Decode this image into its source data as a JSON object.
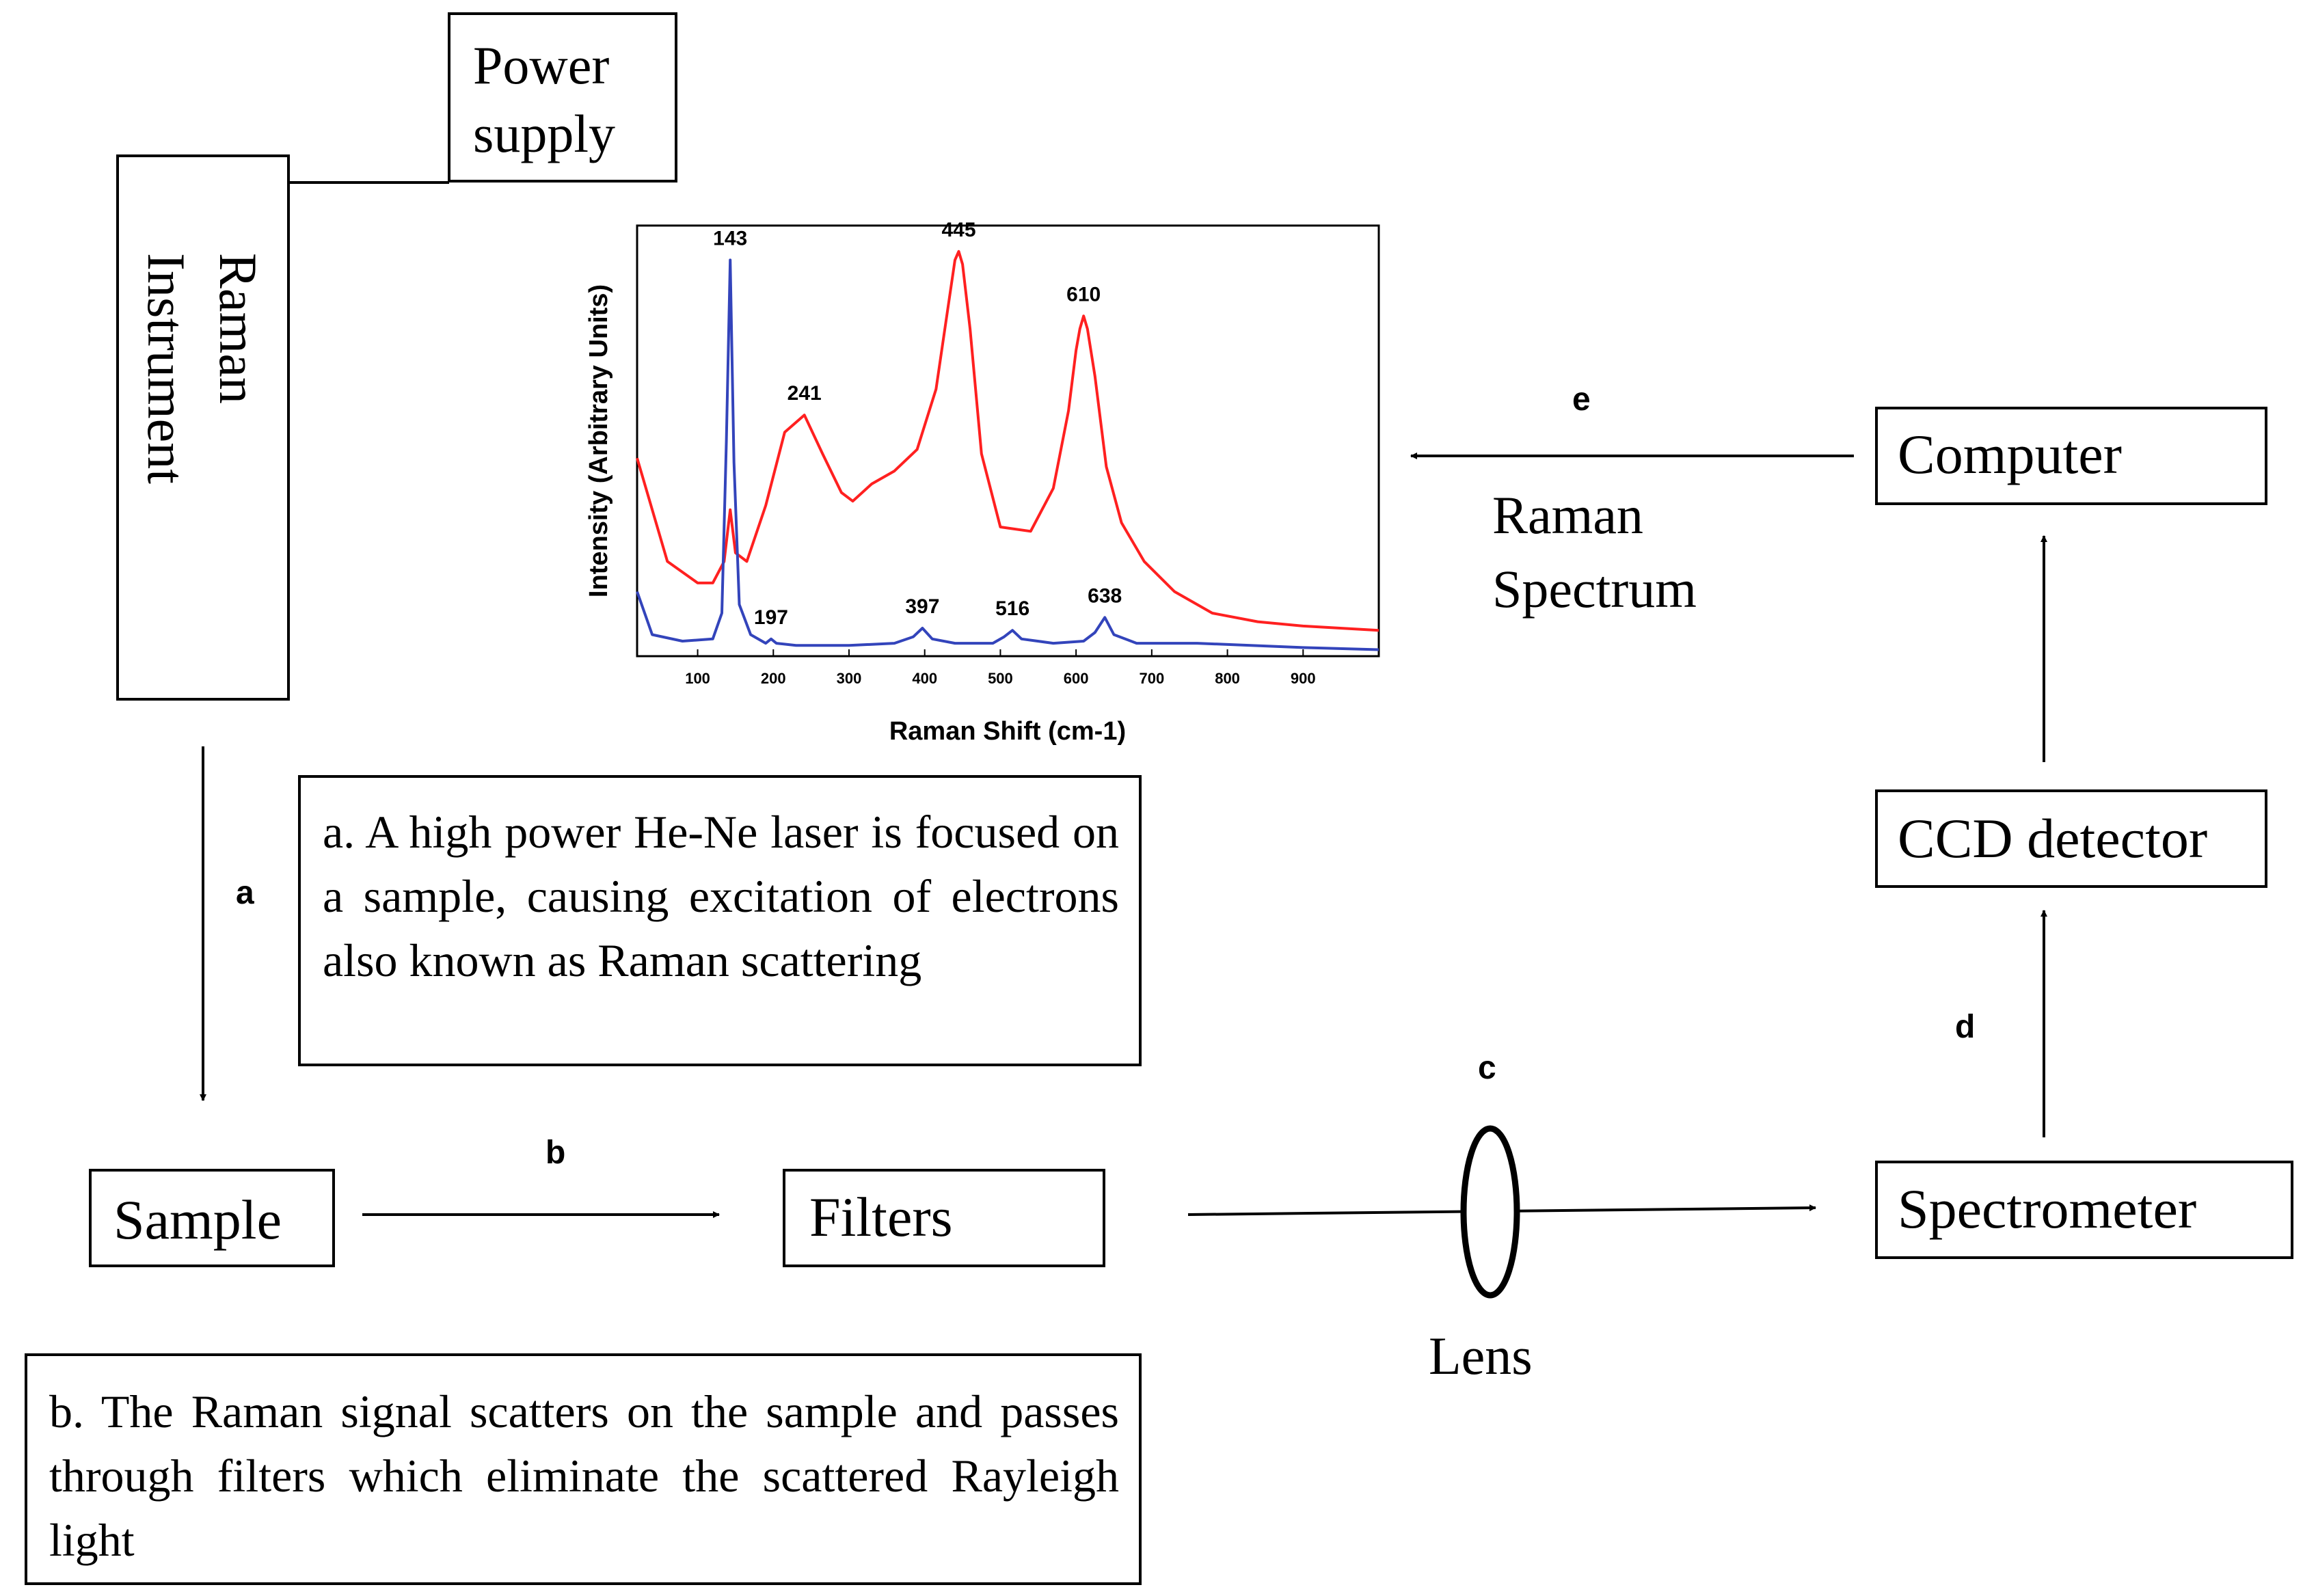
{
  "boxes": {
    "power_supply": [
      "Power",
      "supply"
    ],
    "raman_instrument": [
      "Raman",
      "Instrument"
    ],
    "sample": "Sample",
    "filters": "Filters",
    "spectrometer": "Spectrometer",
    "ccd_detector": "CCD detector",
    "computer": "Computer"
  },
  "labels": {
    "a": "a",
    "b": "b",
    "c": "c",
    "d": "d",
    "e": "e",
    "lens": "Lens",
    "raman_spectrum": [
      "Raman",
      "Spectrum"
    ]
  },
  "notes": {
    "a": "a. A high power He-Ne laser is focused on a sample, causing excitation of electrons also known as Raman scattering",
    "b": "b. The Raman signal scatters on the sample and passes through filters which eliminate the scattered Rayleigh light"
  },
  "chart_data": {
    "type": "line",
    "xlabel": "Raman Shift (cm-1)",
    "ylabel": "Intensity (Arbitrary Units)",
    "xlim": [
      20,
      1000
    ],
    "x_ticks": [
      100,
      200,
      300,
      400,
      500,
      600,
      700,
      800,
      900
    ],
    "y_ticks_shown": false,
    "series": [
      {
        "color": "#ff2020",
        "x": [
          20,
          60,
          100,
          120,
          135,
          143,
          150,
          165,
          190,
          215,
          241,
          265,
          290,
          305,
          330,
          360,
          390,
          415,
          430,
          440,
          445,
          450,
          460,
          475,
          500,
          540,
          570,
          590,
          600,
          605,
          610,
          615,
          625,
          640,
          660,
          690,
          730,
          780,
          840,
          900,
          1000
        ],
        "y": [
          0.46,
          0.22,
          0.17,
          0.17,
          0.22,
          0.34,
          0.24,
          0.22,
          0.35,
          0.52,
          0.56,
          0.47,
          0.38,
          0.36,
          0.4,
          0.43,
          0.48,
          0.62,
          0.8,
          0.92,
          0.94,
          0.91,
          0.76,
          0.47,
          0.3,
          0.29,
          0.39,
          0.57,
          0.71,
          0.76,
          0.79,
          0.76,
          0.65,
          0.44,
          0.31,
          0.22,
          0.15,
          0.1,
          0.08,
          0.07,
          0.06
        ]
      },
      {
        "color": "#3344bb",
        "x": [
          20,
          40,
          80,
          120,
          132,
          138,
          143,
          148,
          155,
          170,
          190,
          197,
          204,
          230,
          300,
          360,
          385,
          397,
          410,
          440,
          490,
          505,
          516,
          528,
          570,
          610,
          625,
          638,
          650,
          680,
          760,
          900,
          1000
        ],
        "y": [
          0.15,
          0.05,
          0.035,
          0.04,
          0.1,
          0.5,
          0.92,
          0.45,
          0.12,
          0.05,
          0.03,
          0.04,
          0.03,
          0.025,
          0.025,
          0.03,
          0.045,
          0.065,
          0.04,
          0.03,
          0.03,
          0.045,
          0.06,
          0.04,
          0.03,
          0.035,
          0.055,
          0.09,
          0.05,
          0.03,
          0.03,
          0.02,
          0.015
        ]
      }
    ],
    "peak_labels": {
      "red": [
        {
          "x": 241,
          "label": "241"
        },
        {
          "x": 445,
          "label": "445"
        },
        {
          "x": 610,
          "label": "610"
        }
      ],
      "blue": [
        {
          "x": 143,
          "label": "143"
        },
        {
          "x": 197,
          "label": "197"
        },
        {
          "x": 397,
          "label": "397"
        },
        {
          "x": 516,
          "label": "516"
        },
        {
          "x": 638,
          "label": "638"
        }
      ]
    }
  }
}
